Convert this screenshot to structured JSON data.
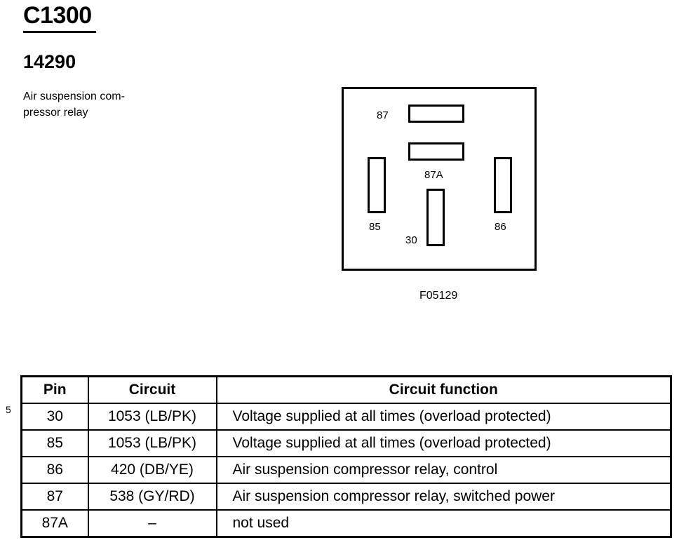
{
  "header": {
    "connector_id": "C1300",
    "part_number": "14290",
    "description": "Air suspension com- pressor relay"
  },
  "diagram": {
    "figure_id": "F05129",
    "terminal_labels": {
      "t87": "87",
      "t87a": "87A",
      "t85": "85",
      "t86": "86",
      "t30": "30"
    }
  },
  "side_note": "5",
  "table": {
    "headers": [
      "Pin",
      "Circuit",
      "Circuit function"
    ],
    "rows": [
      {
        "pin": "30",
        "circuit": "1053 (LB/PK)",
        "function": "Voltage supplied at all times (overload protected)"
      },
      {
        "pin": "85",
        "circuit": "1053 (LB/PK)",
        "function": "Voltage supplied at all times (overload protected)"
      },
      {
        "pin": "86",
        "circuit": "420 (DB/YE)",
        "function": "Air suspension compressor relay, control"
      },
      {
        "pin": "87",
        "circuit": "538 (GY/RD)",
        "function": "Air suspension compressor relay, switched power"
      },
      {
        "pin": "87A",
        "circuit": "–",
        "function": "not used"
      }
    ]
  }
}
